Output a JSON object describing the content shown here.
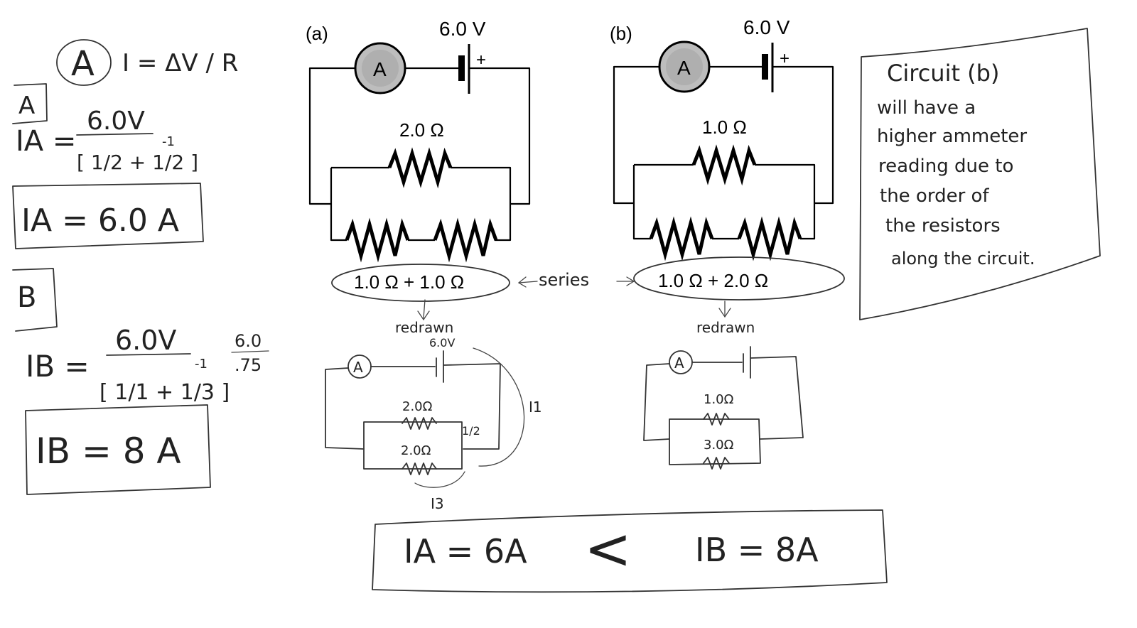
{
  "left_work": {
    "header_letter": "A",
    "header_formula": "I = ΔV / R",
    "part_a": {
      "label": "A",
      "lhs": "IA =",
      "numerator": "6.0V",
      "denominator": "[ 1/2 + 1/2 ]",
      "exponent": "-1",
      "result": "IA = 6.0 A"
    },
    "part_b": {
      "label": "B",
      "lhs": "IB =",
      "numerator": "6.0V",
      "denominator": "[ 1/1 + 1/3 ]",
      "exponent": "-1",
      "equals_frac_num": "6.0",
      "equals_frac_den": ".75",
      "result": "IB = 8 A"
    }
  },
  "circuit_a": {
    "label": "(a)",
    "battery_voltage": "6.0 V",
    "battery_plus": "+",
    "ammeter": "A",
    "top_resistor": "2.0 Ω",
    "bottom_resistors": "1.0 Ω  +  1.0 Ω",
    "arrow_note": "redrawn",
    "redrawn": {
      "voltage": "6.0V",
      "ammeter": "A",
      "r1": "2.0Ω",
      "r2": "2.0Ω",
      "side_note": "I1",
      "branch_note": "1/2",
      "bottom_note": "I3"
    }
  },
  "circuit_b": {
    "label": "(b)",
    "battery_voltage": "6.0 V",
    "battery_plus": "+",
    "ammeter": "A",
    "top_resistor": "1.0 Ω",
    "bottom_resistors": "1.0 Ω  +  2.0 Ω",
    "arrow_note": "redrawn",
    "redrawn": {
      "ammeter": "A",
      "r1": "1.0Ω",
      "r2": "3.0Ω"
    }
  },
  "series_note": "series",
  "conclusion": {
    "lines": [
      "Circuit (b)",
      "will have a",
      "higher ammeter",
      "reading due to",
      "the order of",
      "the resistors",
      "along the circuit."
    ]
  },
  "comparison": {
    "left": "IA = 6A",
    "sign": "<",
    "right": "IB = 8A"
  }
}
